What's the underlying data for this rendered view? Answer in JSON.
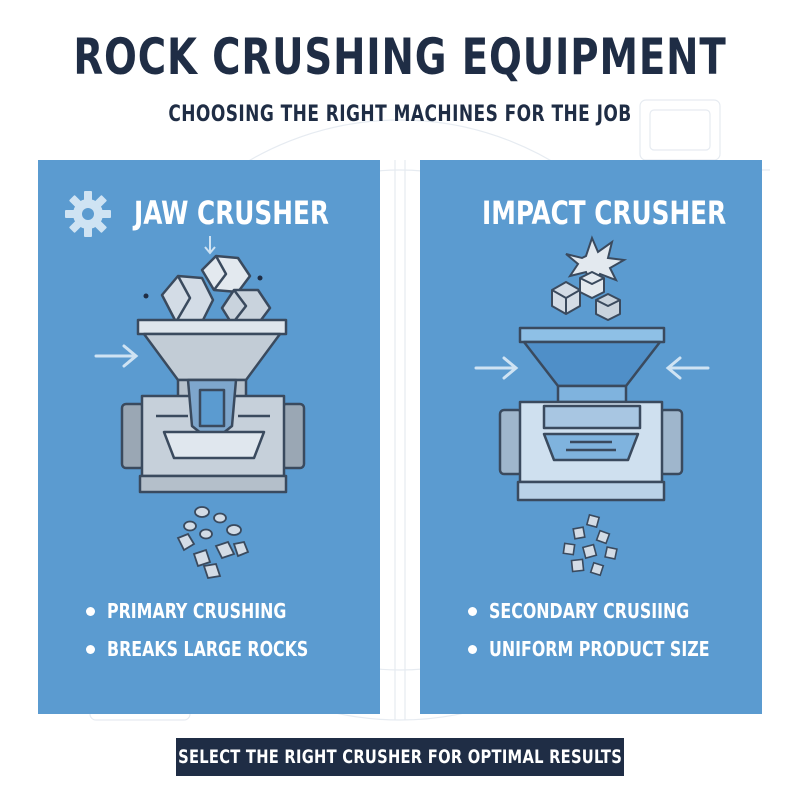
{
  "header": {
    "title": "ROCK CRUSHING EQUIPMENT",
    "subtitle": "CHOOSING THE RIGHT MACHINES FOR THE JOB"
  },
  "panels": [
    {
      "heading": "JAW CRUSHER",
      "icon": "gear-icon",
      "bullets": [
        "PRIMARY CRUSHING",
        "BREAKS LARGE ROCKS"
      ]
    },
    {
      "heading": "IMPACT CRUSHER",
      "icon": "impact-burst-icon",
      "bullets": [
        "SECONDARY CRUSIING",
        "UNIFORM PRODUCT SIZE"
      ]
    }
  ],
  "footer": {
    "cta": "SELECT THE RIGHT CRUSHER FOR OPTIMAL RESULTS"
  },
  "colors": {
    "panel": "#5b9bd0",
    "navy": "#1f2d45",
    "steel": "#a9b6c3",
    "light_steel": "#d3dce6",
    "arrow": "#cfe3f3"
  }
}
